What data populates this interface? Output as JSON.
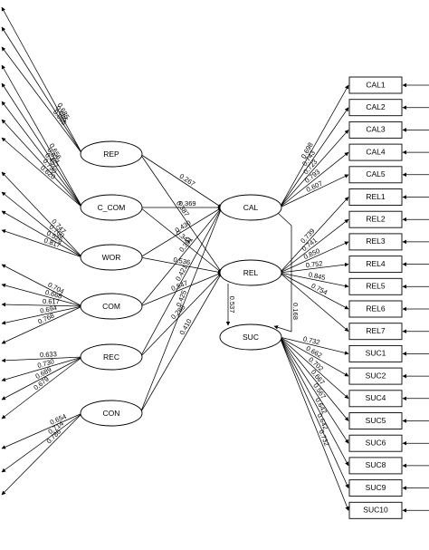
{
  "latent_nodes": {
    "REP": "REP",
    "C_COM": "C_COM",
    "WOR": "WOR",
    "COM": "COM",
    "REC": "REC",
    "CON": "CON",
    "CAL": "CAL",
    "REL": "REL",
    "SUC": "SUC"
  },
  "indicators": [
    "CAL1",
    "CAL2",
    "CAL3",
    "CAL4",
    "CAL5",
    "REL1",
    "REL2",
    "REL3",
    "REL4",
    "REL5",
    "REL6",
    "REL7",
    "SUC1",
    "SUC2",
    "SUC4",
    "SUC5",
    "SUC6",
    "SUC8",
    "SUC9",
    "SUC10"
  ],
  "left_loadings": {
    "REP": [
      "0.685",
      "0.686",
      "0.665"
    ],
    "C_COM": [
      "0.656",
      "0.624",
      "0.457",
      "0.730",
      "0.620"
    ],
    "WOR": [
      "0.747",
      "0.760",
      "0.526",
      "0.817"
    ],
    "COM": [
      "0.704",
      "0.668",
      "0.617",
      "0.694",
      "0.768"
    ],
    "REC": [
      "0.633",
      "0.730",
      "0.689",
      "0.679"
    ],
    "CON": [
      "0.654",
      "0.714",
      "0.786"
    ]
  },
  "right_loadings": {
    "CAL": [
      "0.698",
      "0.743",
      "0.723",
      "0.793",
      "0.607"
    ],
    "REL": [
      "0.739",
      "0.741",
      "0.850",
      "0.752",
      "0.845",
      "0.754"
    ],
    "SUC": [
      "0.732",
      "0.662",
      "0.702",
      "0.667",
      "0.567",
      "0.642",
      "0.642",
      "0.732"
    ]
  },
  "paths": {
    "REP_CAL": "0.267",
    "REP_REL": "0.387",
    "C_COM_CAL": "0.369",
    "C_COM_REL": "0.344",
    "WOR_CAL": "0.430",
    "WOR_REL": "0.536",
    "COM_CAL": "0.391",
    "COM_REL": "0.547",
    "REC_CAL": "0.421",
    "REC_REL": "0.288",
    "CON_CAL": "0.425",
    "CON_REL": "0.410",
    "REL_SUC": "0.537",
    "CAL_SUC": "0.168"
  }
}
